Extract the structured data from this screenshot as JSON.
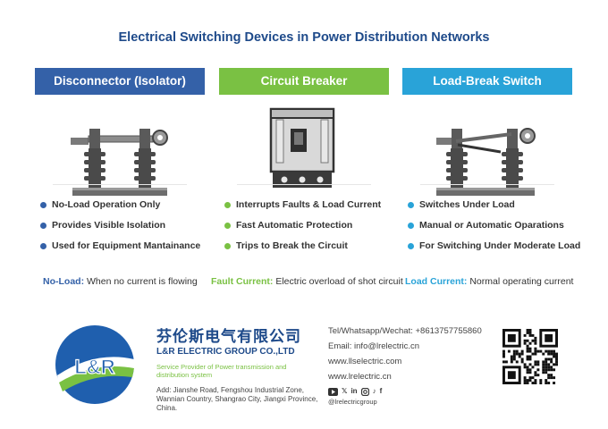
{
  "title": "Electrical Switching Devices in Power Distribution Networks",
  "columns": [
    {
      "header": "Disconnector (Isolator)",
      "color": "#3461a8",
      "bullets": [
        "No-Load Operation Only",
        "Provides Visible Isolation",
        "Used for Equipment Mantainance"
      ],
      "def_term": "No-Load:",
      "def_text": "When no current is flowing"
    },
    {
      "header": "Circuit Breaker",
      "color": "#7ac143",
      "bullets": [
        "Interrupts Faults & Load Current",
        "Fast Automatic Protection",
        "Trips to Break the Circuit"
      ],
      "def_term": "Fault Current:",
      "def_text": "Electric overload of shot circuit"
    },
    {
      "header": "Load-Break Switch",
      "color": "#29a3d8",
      "bullets": [
        "Switches Under Load",
        "Manual or Automatic Oparations",
        "For Switching Under Moderate Load"
      ],
      "def_term": "Load Current:",
      "def_text": "Normal operating current"
    }
  ],
  "footer": {
    "logo_text": "L&R",
    "cn_name": "芬伦斯电气有限公司",
    "en_name": "L&R ELECTRIC GROUP CO.,LTD",
    "tagline": "Service Provider of Power transmission and distribution system",
    "address": "Add: Jianshe Road, Fengshou Industrial Zone, Wannian Country, Shangrao City, Jiangxi Province, China.",
    "phone": "Tel/Whatsapp/Wechat: +8613757755860",
    "email": "Email: info@lrelectric.cn",
    "web1": "www.llselectric.com",
    "web2": "www.lrelectric.cn",
    "social_handle": "@lrelectricgroup",
    "social_icons": [
      "youtube-icon",
      "x-icon",
      "linkedin-icon",
      "instagram-icon",
      "tiktok-icon",
      "facebook-icon"
    ]
  }
}
